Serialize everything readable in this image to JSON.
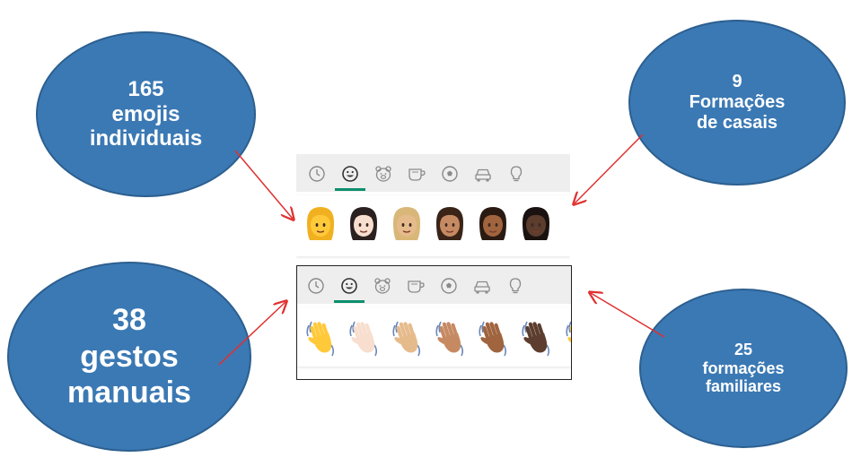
{
  "ovals": {
    "top_left": [
      "165",
      "emojis",
      "individuais"
    ],
    "top_right": [
      "9",
      "Formações",
      "de casais"
    ],
    "bottom_left": [
      "38",
      "gestos",
      "manuais"
    ],
    "bottom_right": [
      "25",
      "formações",
      "familiares"
    ]
  },
  "colors": {
    "oval_fill": "#3b79b4",
    "oval_border": "#2c5f8f",
    "arrow": "#e03030",
    "active_tab": "#0b8f6d"
  },
  "tabs": [
    "clock-icon",
    "smiley-icon",
    "bear-icon",
    "cup-icon",
    "ball-icon",
    "car-icon",
    "bulb-icon"
  ],
  "active_tab": "smiley-icon",
  "top_panel_emojis": [
    "woman-blond-yellow",
    "woman-light",
    "woman-medium-light-blond",
    "woman-medium",
    "woman-medium-dark",
    "woman-dark"
  ],
  "bottom_panel_emojis": [
    "waving-hand-yellow",
    "waving-hand-light",
    "waving-hand-medium-light",
    "waving-hand-medium",
    "waving-hand-medium-dark",
    "waving-hand-dark"
  ],
  "skin_tones": [
    "#ffc93a",
    "#f7dece",
    "#e6bb8c",
    "#c68a63",
    "#a0643e",
    "#5c3d2e"
  ],
  "hair_colors": [
    "#f0b020",
    "#2a2020",
    "#d9b778",
    "#3a2418",
    "#2a1a12",
    "#1a1210"
  ]
}
